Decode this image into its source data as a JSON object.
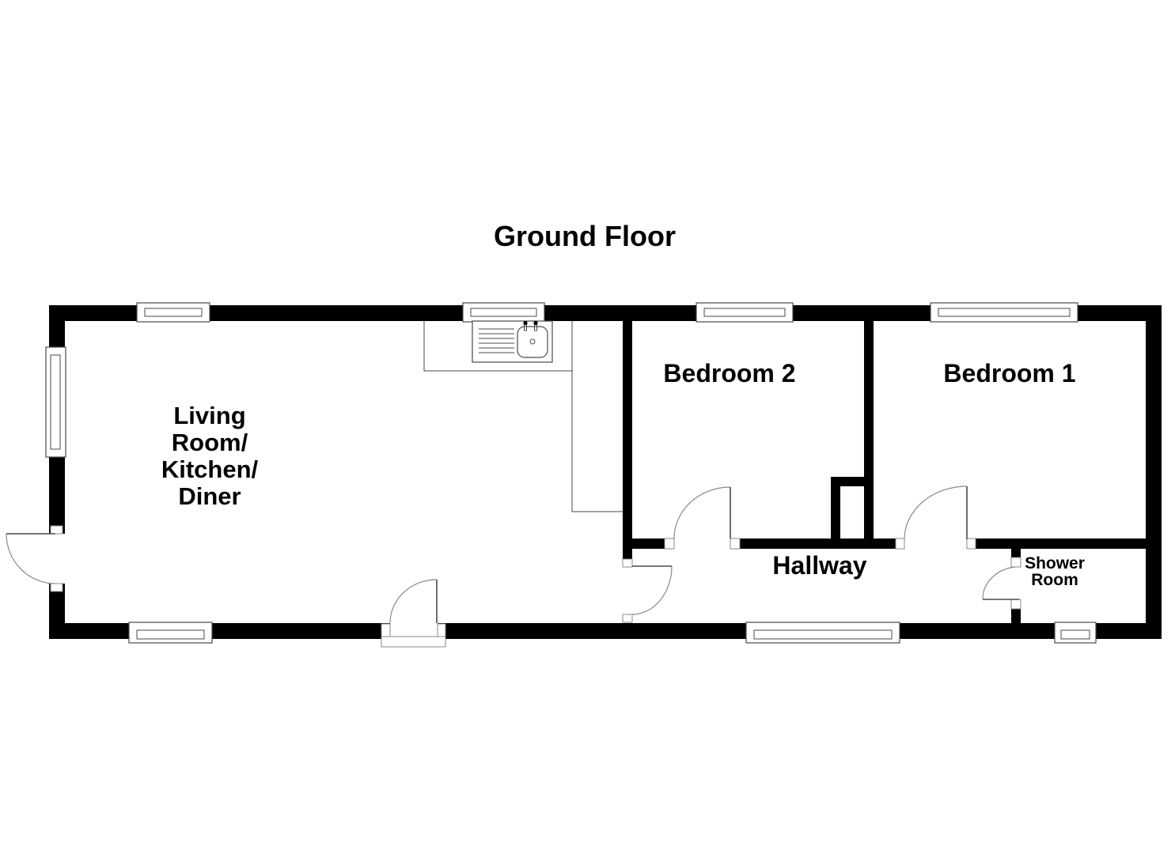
{
  "title": "Ground Floor",
  "rooms": {
    "living_kitchen_diner": {
      "label": "Living\nRoom/\nKitchen/\nDiner"
    },
    "bedroom_2": {
      "label": "Bedroom 2"
    },
    "bedroom_1": {
      "label": "Bedroom 1"
    },
    "hallway": {
      "label": "Hallway"
    },
    "shower_room": {
      "label": "Shower\nRoom"
    }
  },
  "icons": {
    "kitchen_sink": "sink-unit-with-drainer-and-two-taps",
    "doors": "quarter-circle-door-swing-symbols",
    "windows": "double-line-window-symbols"
  },
  "colors": {
    "wall": "#000000",
    "background": "#ffffff",
    "line": "#4a4a4a",
    "arc": "#8a8a8a",
    "text": "#000000"
  }
}
